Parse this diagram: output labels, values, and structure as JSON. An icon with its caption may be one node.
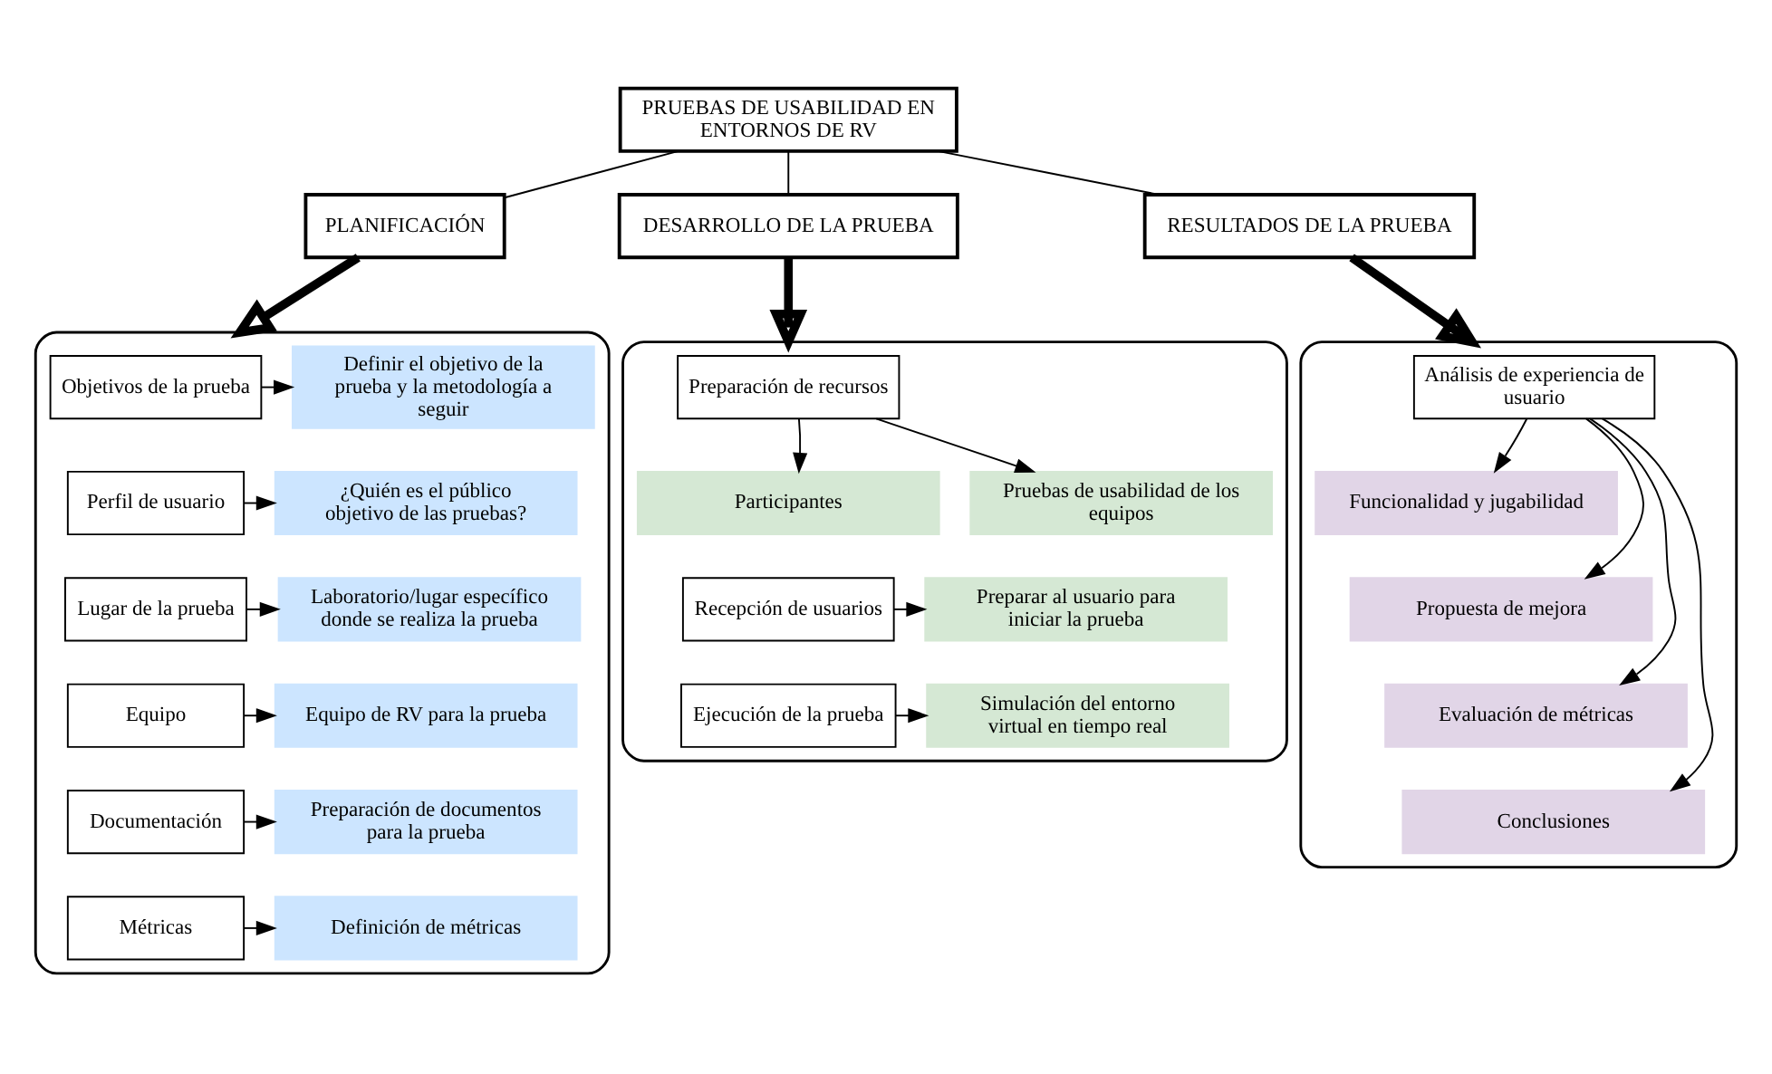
{
  "diagram": {
    "nodes": [
      {
        "text": [
          "PRUEBAS DE USABILIDAD EN ENTORNOS DE RV"
        ]
      },
      {
        "text": [
          "PLANIFICACIÓN"
        ]
      },
      {
        "text": [
          "DESARROLLO DE LA PRUEBA"
        ]
      },
      {
        "text": [
          "RESULTADOS DE LA PRUEBA"
        ]
      },
      {
        "text": [],
        "shape": "box"
      },
      {
        "text": [
          "Objetivos de la prueba"
        ],
        "in": 4
      },
      {
        "text": [
          "Definir el objetivo de la prueba y la metodología a seguir"
        ],
        "in": 4
      },
      {
        "text": [
          "Perfil de usuario"
        ],
        "in": 4
      },
      {
        "text": [
          "¿Quién es el público objetivo de las pruebas?"
        ],
        "in": 4
      },
      {
        "text": [
          "Lugar de la prueba"
        ],
        "in": 4
      },
      {
        "text": [
          "Laboratorio/lugar específico donde se realiza la prueba"
        ],
        "in": 4
      },
      {
        "text": [
          "Equipo"
        ],
        "in": 4
      },
      {
        "text": [
          "Equipo de RV para la prueba"
        ],
        "in": 4
      },
      {
        "text": [
          "Documentación"
        ],
        "in": 4
      },
      {
        "text": [
          "Preparación de documentos para la prueba"
        ],
        "in": 4
      },
      {
        "text": [
          "Métricas"
        ],
        "in": 4
      },
      {
        "text": [
          "Definición de métricas"
        ],
        "in": 4
      },
      {
        "text": [],
        "shape": "box"
      },
      {
        "text": [
          "Preparación de recursos"
        ],
        "in": 17
      },
      {
        "text": [
          "Participantes"
        ],
        "in": 17
      },
      {
        "text": [
          "Pruebas de usabilidad de los equipos"
        ],
        "in": 17
      },
      {
        "text": [
          "Recepción de usuarios"
        ],
        "in": 17
      },
      {
        "text": [
          "Preparar al usuario para iniciar la prueba"
        ],
        "in": 17
      },
      {
        "text": [
          "Ejecución de la prueba"
        ],
        "in": 17
      },
      {
        "text": [
          "Simulación del entorno virtual en tiempo real"
        ],
        "in": 17
      },
      {
        "text": [],
        "shape": "box"
      },
      {
        "text": [
          "Análisis de experiencia de usuario"
        ],
        "in": 25
      },
      {
        "text": [
          "Funcionalidad y jugabilidad"
        ],
        "in": 25
      },
      {
        "text": [
          "Propuesta de mejora"
        ],
        "in": 25
      },
      {
        "text": [
          "Evaluación de métricas"
        ],
        "in": 25
      },
      {
        "text": [
          "Conclusiones"
        ],
        "in": 25
      }
    ],
    "edges": [
      {
        "from": 0,
        "to": 1,
        "arrow": "none"
      },
      {
        "from": 0,
        "to": 2,
        "arrow": "none"
      },
      {
        "from": 0,
        "to": 3,
        "arrow": "none"
      },
      {
        "from": 1,
        "to": 4,
        "arrow": "to",
        "style": "thick"
      },
      {
        "from": 2,
        "to": 17,
        "arrow": "to",
        "style": "thick"
      },
      {
        "from": 3,
        "to": 25,
        "arrow": "to",
        "style": "thick"
      },
      {
        "from": 5,
        "to": 6,
        "arrow": "to"
      },
      {
        "from": 7,
        "to": 8,
        "arrow": "to"
      },
      {
        "from": 9,
        "to": 10,
        "arrow": "to"
      },
      {
        "from": 11,
        "to": 12,
        "arrow": "to"
      },
      {
        "from": 13,
        "to": 14,
        "arrow": "to"
      },
      {
        "from": 15,
        "to": 16,
        "arrow": "to"
      },
      {
        "from": 18,
        "to": 19,
        "arrow": "to"
      },
      {
        "from": 18,
        "to": 20,
        "arrow": "to"
      },
      {
        "from": 21,
        "to": 22,
        "arrow": "to"
      },
      {
        "from": 23,
        "to": 24,
        "arrow": "to"
      },
      {
        "from": 26,
        "to": 27,
        "arrow": "to"
      },
      {
        "from": 26,
        "to": 28,
        "arrow": "to"
      },
      {
        "from": 26,
        "to": 29,
        "arrow": "to"
      },
      {
        "from": 26,
        "to": 30,
        "arrow": "to"
      }
    ]
  }
}
